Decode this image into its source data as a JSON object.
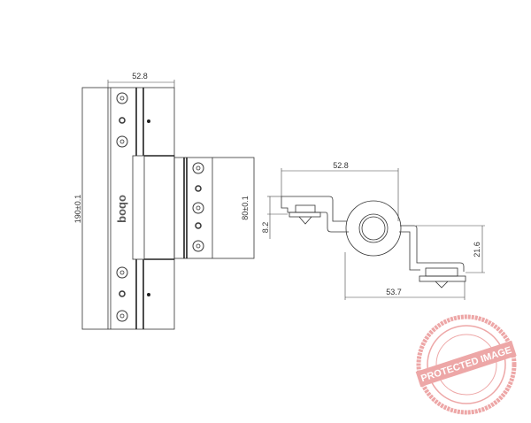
{
  "front_view": {
    "width_dim": "52.8",
    "height_dim": "190±0.1",
    "knuckle_height_dim": "80±0.1",
    "logo_text": "boqo"
  },
  "side_view": {
    "width_dim": "52.8",
    "offset_dim": "8.2",
    "depth_dim": "21.6",
    "lower_width_dim": "53.7"
  },
  "watermark": {
    "main_text": "PROTECTED IMAGE",
    "ring_text": "MY CONTENT COPY PROTECTION PLUGIN",
    "color": "#e06060"
  }
}
